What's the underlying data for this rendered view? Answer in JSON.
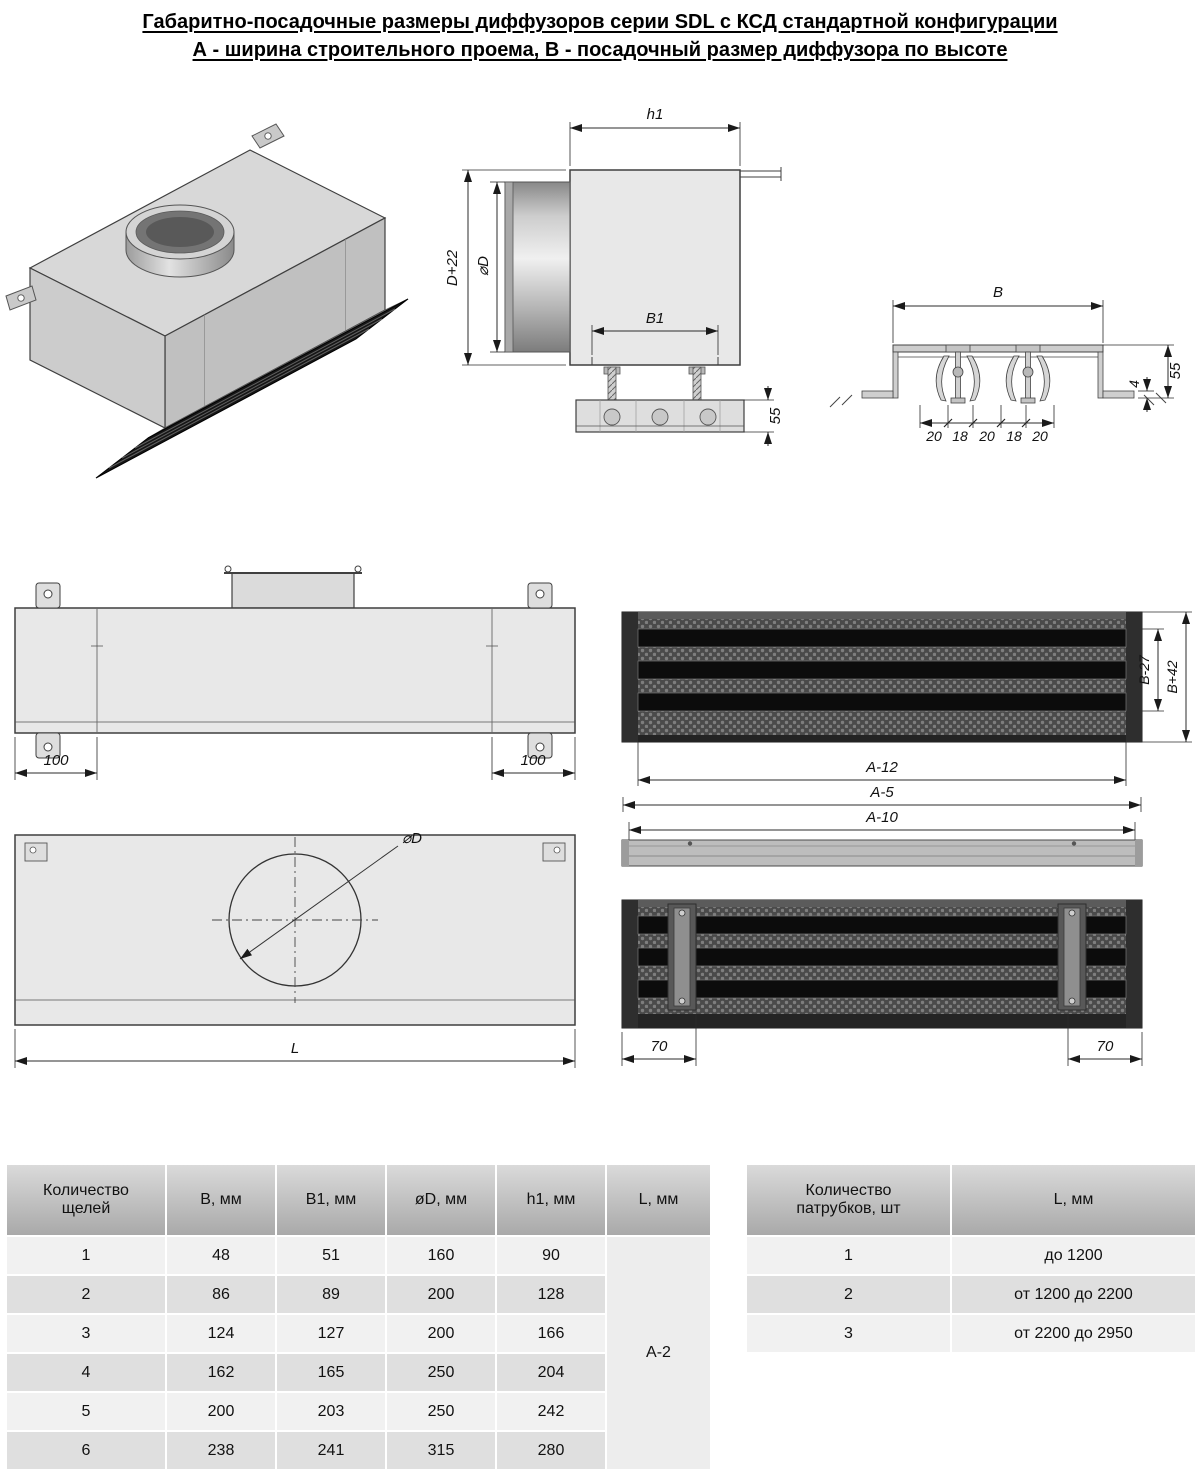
{
  "title": {
    "line1": "Габаритно-посадочные размеры диффузоров серии SDL с КСД стандартной конфигурации",
    "line2": "А - ширина строительного проема, В - посадочный размер диффузора по высоте"
  },
  "dims": {
    "side": {
      "h1": "h1",
      "d_plus_22": "D+22",
      "phi_d": "⌀D",
      "b1": "B1",
      "n55": "55"
    },
    "section": {
      "b": "B",
      "n55": "55",
      "n4": "4",
      "slots": [
        "20",
        "18",
        "20",
        "18",
        "20"
      ]
    },
    "front": {
      "left_100": "100",
      "right_100": "100"
    },
    "slot_face": {
      "b_minus_27": "B-27",
      "b_plus_42": "B+42",
      "a_minus_12": "A-12"
    },
    "rail": {
      "a_minus_5": "A-5",
      "a_minus_10": "A-10"
    },
    "assembly": {
      "left_70": "70",
      "right_70": "70"
    },
    "top": {
      "phi_d": "⌀D",
      "l": "L"
    }
  },
  "slot_table": {
    "headers": [
      "Количество щелей",
      "B, мм",
      "B1, мм",
      "øD, мм",
      "h1, мм",
      "L, мм"
    ],
    "rows": [
      [
        "1",
        "48",
        "51",
        "160",
        "90"
      ],
      [
        "2",
        "86",
        "89",
        "200",
        "128"
      ],
      [
        "3",
        "124",
        "127",
        "200",
        "166"
      ],
      [
        "4",
        "162",
        "165",
        "250",
        "204"
      ],
      [
        "5",
        "200",
        "203",
        "250",
        "242"
      ],
      [
        "6",
        "238",
        "241",
        "315",
        "280"
      ]
    ],
    "l_value": "А-2"
  },
  "branch_table": {
    "headers": [
      "Количество патрубков, шт",
      "L, мм"
    ],
    "rows": [
      [
        "1",
        "до 1200"
      ],
      [
        "2",
        "от 1200 до 2200"
      ],
      [
        "3",
        "от 2200 до 2950"
      ]
    ]
  },
  "colors": {
    "metal_light": "#e8e8e8",
    "slot_dark": "#3c3c3c",
    "header_top": "#dadada",
    "header_bottom": "#a9a9a9",
    "row_light": "#f1f1f1",
    "row_dark": "#dfdfdf"
  }
}
